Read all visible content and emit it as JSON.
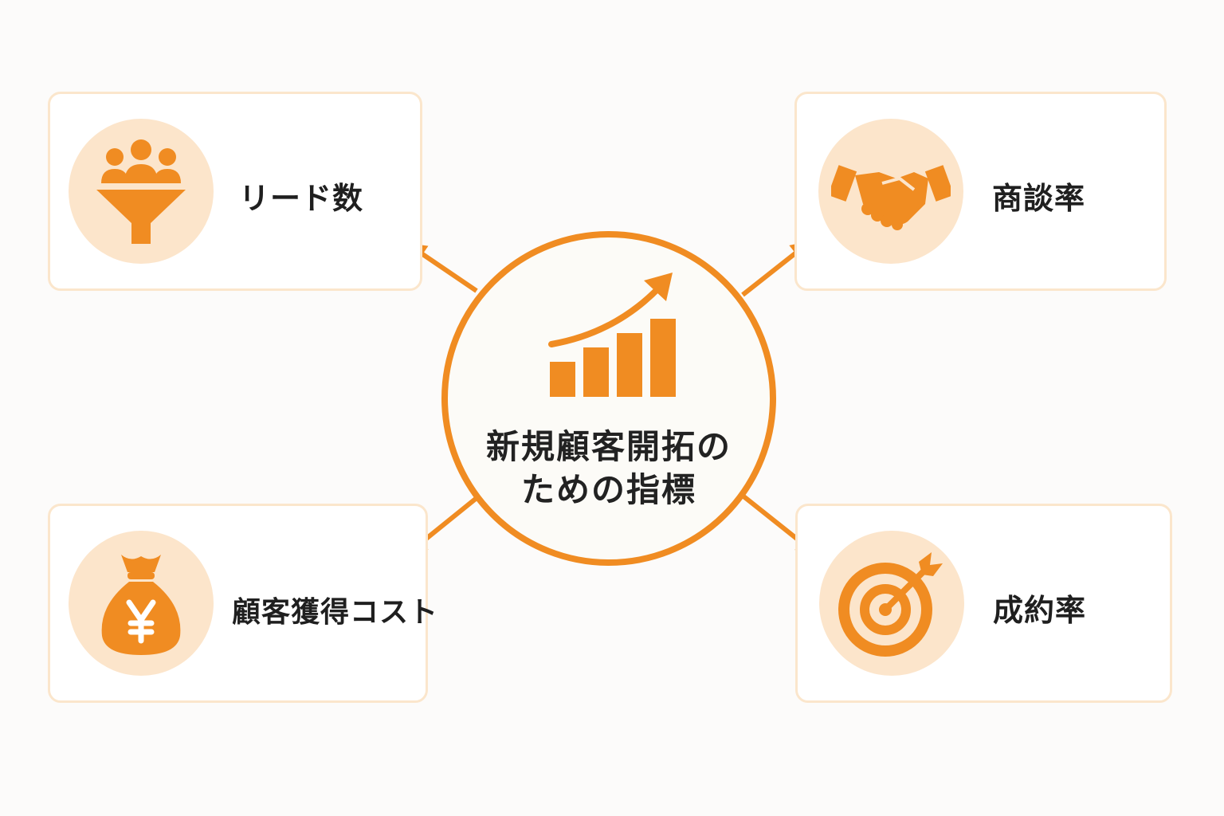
{
  "center": {
    "title_line1": "新規顧客開拓の",
    "title_line2": "ための指標",
    "icon": "growth-bar-chart-icon"
  },
  "metrics": [
    {
      "label": "リード数",
      "icon": "people-funnel-icon"
    },
    {
      "label": "商談率",
      "icon": "handshake-icon"
    },
    {
      "label": "顧客獲得コスト",
      "icon": "yen-money-bag-icon"
    },
    {
      "label": "成約率",
      "icon": "target-arrow-icon"
    }
  ],
  "colors": {
    "accent": "#f08c22",
    "icon_fill": "#f08c22",
    "icon_circle": "#fce5cb",
    "card_border": "#fbe6cc",
    "text": "#1f1f1f",
    "background": "#fcfbfa"
  }
}
